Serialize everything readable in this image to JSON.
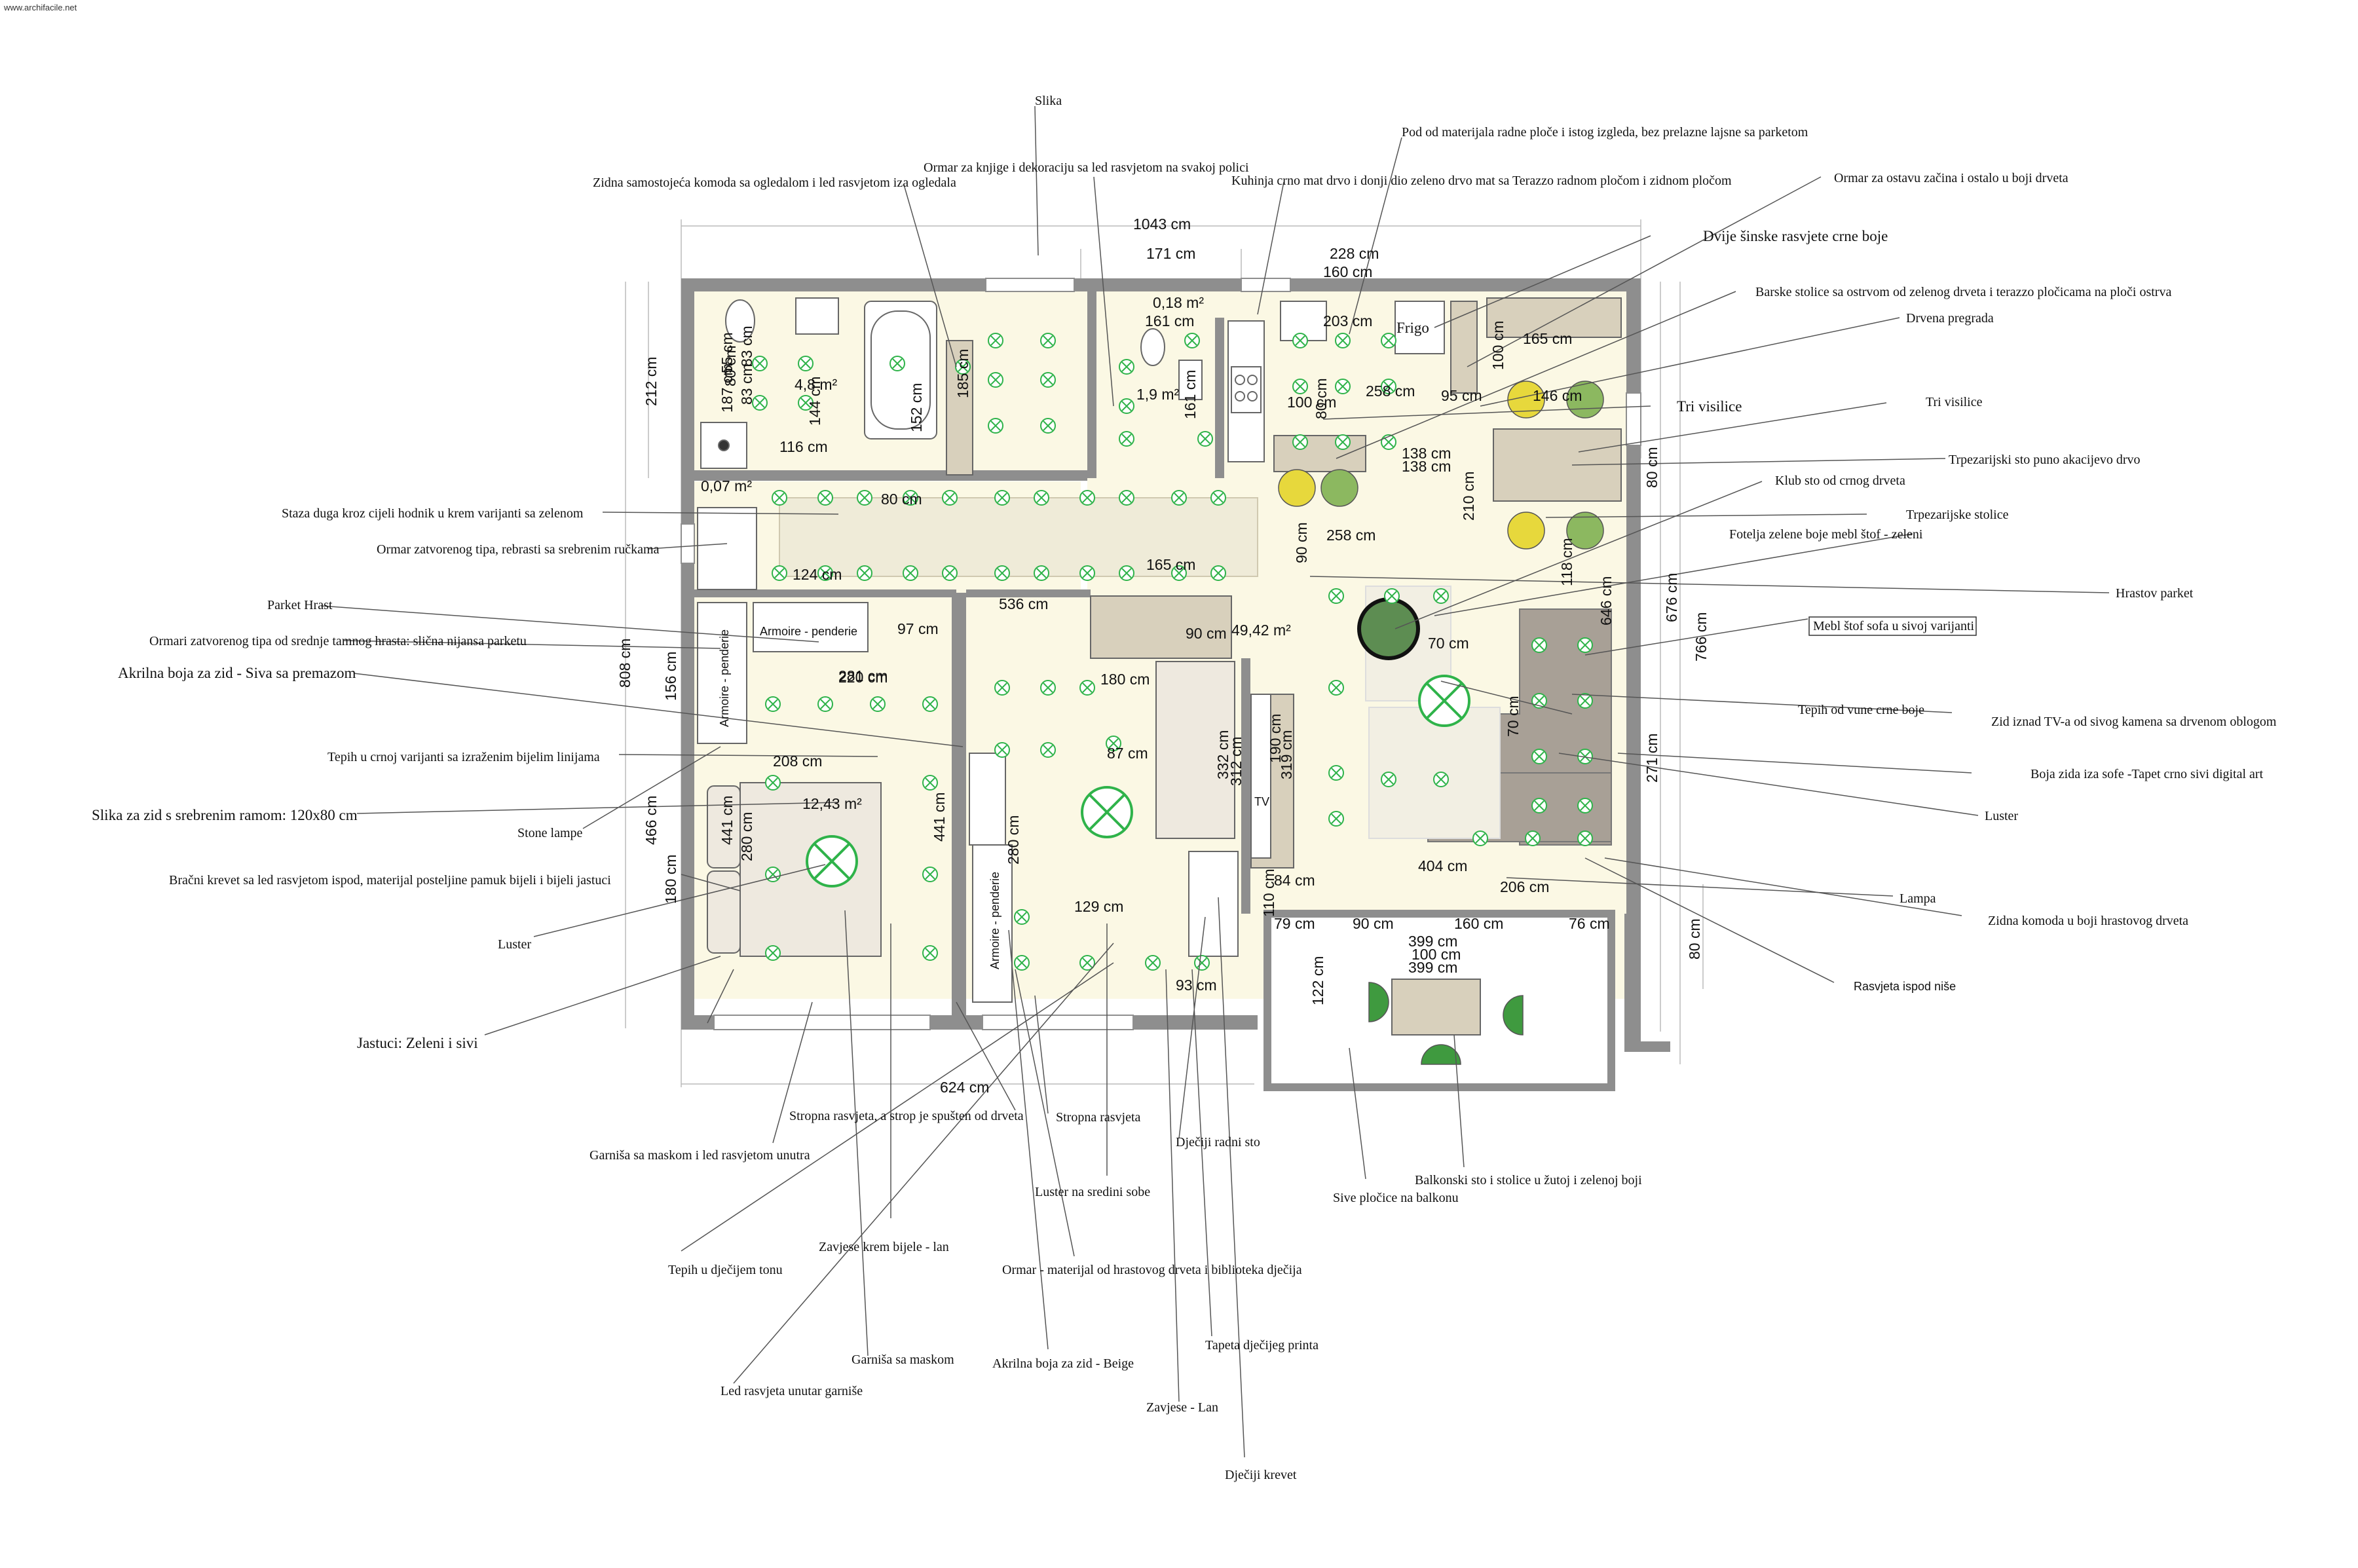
{
  "watermark": "www.archifacile.net",
  "furniture": {
    "frigo": "Frigo",
    "armoire_1": "Armoire - penderie",
    "armoire_2": "Armoire - penderie",
    "armoire_3": "Armoire - penderie",
    "tv": "TV"
  },
  "areas": [
    {
      "id": "bath",
      "text": "4,8 m²"
    },
    {
      "id": "wc",
      "text": "1,9 m²"
    },
    {
      "id": "closet",
      "text": "0,18 m²"
    },
    {
      "id": "store",
      "text": "0,07 m²"
    },
    {
      "id": "living",
      "text": "49,42 m²"
    },
    {
      "id": "bedroom",
      "text": "12,43 m²"
    }
  ],
  "dimensions": {
    "top_total": "1043 cm",
    "top_a": "171 cm",
    "top_b": "228 cm",
    "top_c": "160 cm",
    "left_total": "808 cm",
    "left_a": "212 cm",
    "left_b": "156 cm",
    "left_c": "466 cm",
    "left_d": "180 cm",
    "right_a": "676 cm",
    "right_b": "766 cm",
    "right_c": "80 cm",
    "right_d": "271 cm",
    "right_e": "80 cm",
    "bottom_total": "624 cm",
    "d1": "187 cm",
    "d2": "55 cm",
    "d3": "83 cm",
    "d4": "144 cm",
    "d5": "152 cm",
    "d6": "185 cm",
    "d7": "116 cm",
    "d8": "161 cm",
    "d9": "161 cm",
    "d10": "203 cm",
    "d11": "100 cm",
    "d12": "165 cm",
    "d13": "100 cm",
    "d14": "80 cm",
    "d15": "258 cm",
    "d16": "95 cm",
    "d17": "146 cm",
    "d18": "138 cm",
    "d19": "138 cm",
    "d20": "210 cm",
    "d21": "80 cm",
    "d22": "90 cm",
    "d23": "258 cm",
    "d24": "118 cm",
    "d25": "646 cm",
    "d26": "124 cm",
    "d27": "165 cm",
    "d28": "97 cm",
    "d29": "536 cm",
    "d30": "90 cm",
    "d31": "70 cm",
    "d32": "281 cm",
    "d33": "220 cm",
    "d34": "180 cm",
    "d35": "70 cm",
    "d36": "208 cm",
    "d37": "87 cm",
    "d38": "332 cm",
    "d39": "312 cm",
    "d40": "190 cm",
    "d41": "319 cm",
    "d42": "441 cm",
    "d43": "441 cm",
    "d44": "280 cm",
    "d45": "280 cm",
    "d46": "129 cm",
    "d47": "404 cm",
    "d48": "84 cm",
    "d49": "206 cm",
    "d50": "79 cm",
    "d51": "90 cm",
    "d52": "160 cm",
    "d53": "76 cm",
    "d54": "399 cm",
    "d55": "100 cm",
    "d56": "399 cm",
    "d57": "122 cm",
    "d58": "110 cm",
    "d59": "93 cm",
    "d60": "80 cm",
    "d61": "83 cm"
  },
  "annotations": {
    "slika": "Slika",
    "pod": "Pod od materijala radne ploče i istog izgleda, bez prelazne lajsne sa parketom",
    "ormar_knjige": "Ormar za knjige i dekoraciju sa led rasvjetom na svakoj polici",
    "kuhinja": "Kuhinja crno mat drvo i donji dio zeleno drvo mat sa Terazzo radnom pločom i zidnom pločom",
    "zidna_komoda_ogledalo": "Zidna samostojeća komoda sa ogledalom i led rasvjetom iza ogledala",
    "ormar_zacini": "Ormar za ostavu začina i ostalo u boji drveta",
    "sinske": "Dvije šinske rasvjete crne boje",
    "barske": "Barske stolice sa ostrvom od zelenog drveta i terazzo pločicama na ploči ostrva",
    "pregrada": "Drvena pregrada",
    "tri_visilice_1": "Tri visilice",
    "tri_visilice_2": "Tri visilice",
    "trpezarijski_sto": "Trpezarijski sto puno akacijevo drvo",
    "klub_sto": "Klub sto od crnog drveta",
    "staza": "Staza duga kroz cijeli hodnik u krem varijanti sa zelenom",
    "trpezarijske_stolice": "Trpezarijske stolice",
    "fotelja": "Fotelja zelene boje mebl štof - zeleni",
    "ormar_zatvoreni": "Ormar zatvorenog tipa, rebrasti sa srebrenim ručkama",
    "hrastov_parket": "Hrastov parket",
    "parket_hrast": "Parket Hrast",
    "sofa": "Mebl štof sofa u sivoj varijanti",
    "ormari_zatvoreni": "Ormari zatvorenog tipa od srednje tamnog hrasta: slična nijansa parketu",
    "akrilna_siva": "Akrilna boja za zid - Siva sa premazom",
    "tepih_vuna": "Tepih od vune crne boje",
    "zid_tv": "Zid iznad TV-a od sivog kamena sa drvenom oblogom",
    "tepih_crni": "Tepih u crnoj varijanti sa izraženim bijelim linijama",
    "boja_zida_sofa": "Boja zida iza sofe -Tapet crno sivi digital art",
    "slika_zid": "Slika za zid s srebrenim ramom: 120x80 cm",
    "stone_lampe": "Stone lampe",
    "luster_1": "Luster",
    "bracni_krevet": "Bračni krevet sa led rasvjetom ispod, materijal posteljine pamuk bijeli i bijeli jastuci",
    "lampa": "Lampa",
    "zidna_komoda_hrast": "Zidna komoda u boji hrastovog drveta",
    "luster_2": "Luster",
    "rasvjeta_nise": "Rasvjeta ispod niše",
    "jastuci": "Jastuci: Zeleni i sivi",
    "stropna_drvo": "Stropna rasvjeta, a strop je spušten od drveta",
    "stropna": "Stropna rasvjeta",
    "djeciji_radni": "Dječiji radni sto",
    "garnisa_led": "Garniša sa maskom i led rasvjetom unutra",
    "balkonski_sto": "Balkonski sto i stolice u žutoj i zelenoj boji",
    "sive_plocice": "Sive pločice na balkonu",
    "luster_sredini": "Luster na sredini sobe",
    "zavjese_krem": "Zavjese krem bijele - lan",
    "tepih_djeciji": "Tepih u dječijem tonu",
    "ormar_hrast": "Ormar - materijal od hrastovog drveta i biblioteka dječija",
    "garnisa_maskom": "Garniša sa maskom",
    "akrilna_beige": "Akrilna boja za zid - Beige",
    "tapeta": "Tapeta dječijeg printa",
    "led_garnise": "Led rasvjeta unutar garniše",
    "zavjese_lan": "Zavjese - Lan",
    "djeciji_krevet": "Dječiji krevet"
  },
  "colors": {
    "wall": "#8e8e8e",
    "floor": "#fbf8e4",
    "light": "#2fb34a",
    "green_chair": "#8cb860",
    "yellow_chair": "#e7d83c",
    "sofa": "#a8a096",
    "wood": "#d8d0bc"
  }
}
